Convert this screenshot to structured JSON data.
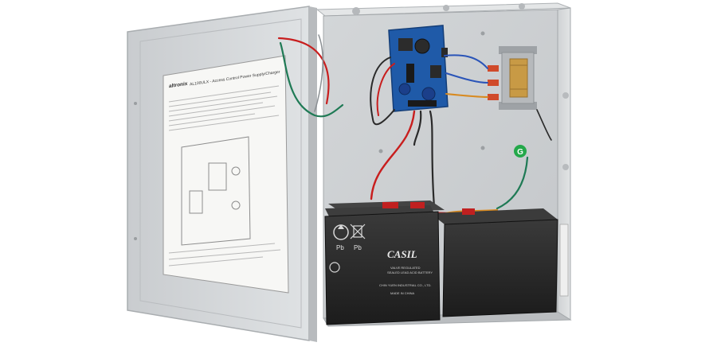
{
  "label_sheet": {
    "brand": "altronix",
    "title": "AL100ULX - Access Control Power Supply/Charger"
  },
  "ground_marker": "G",
  "batteries": [
    {
      "brand": "CASIL",
      "recycle_marks": [
        "Pb",
        "Pb"
      ],
      "text": [
        "VALVE REGULATED",
        "SEALED LEAD ACID BATTERY",
        "CHIN YUEN INDUSTRIAL CO., LTD.",
        "MADE IN CHINA"
      ]
    }
  ],
  "colors": {
    "enclosure": "#d9dcdd",
    "door": "#d3d6d8",
    "interior": "#c9ccce",
    "board": "#1f5aa8",
    "battery": "#2a2a2a",
    "wire_red": "#c81e1e",
    "wire_green": "#1f7a55",
    "wire_blue": "#2a54b8",
    "ground_green": "#24a84a"
  }
}
